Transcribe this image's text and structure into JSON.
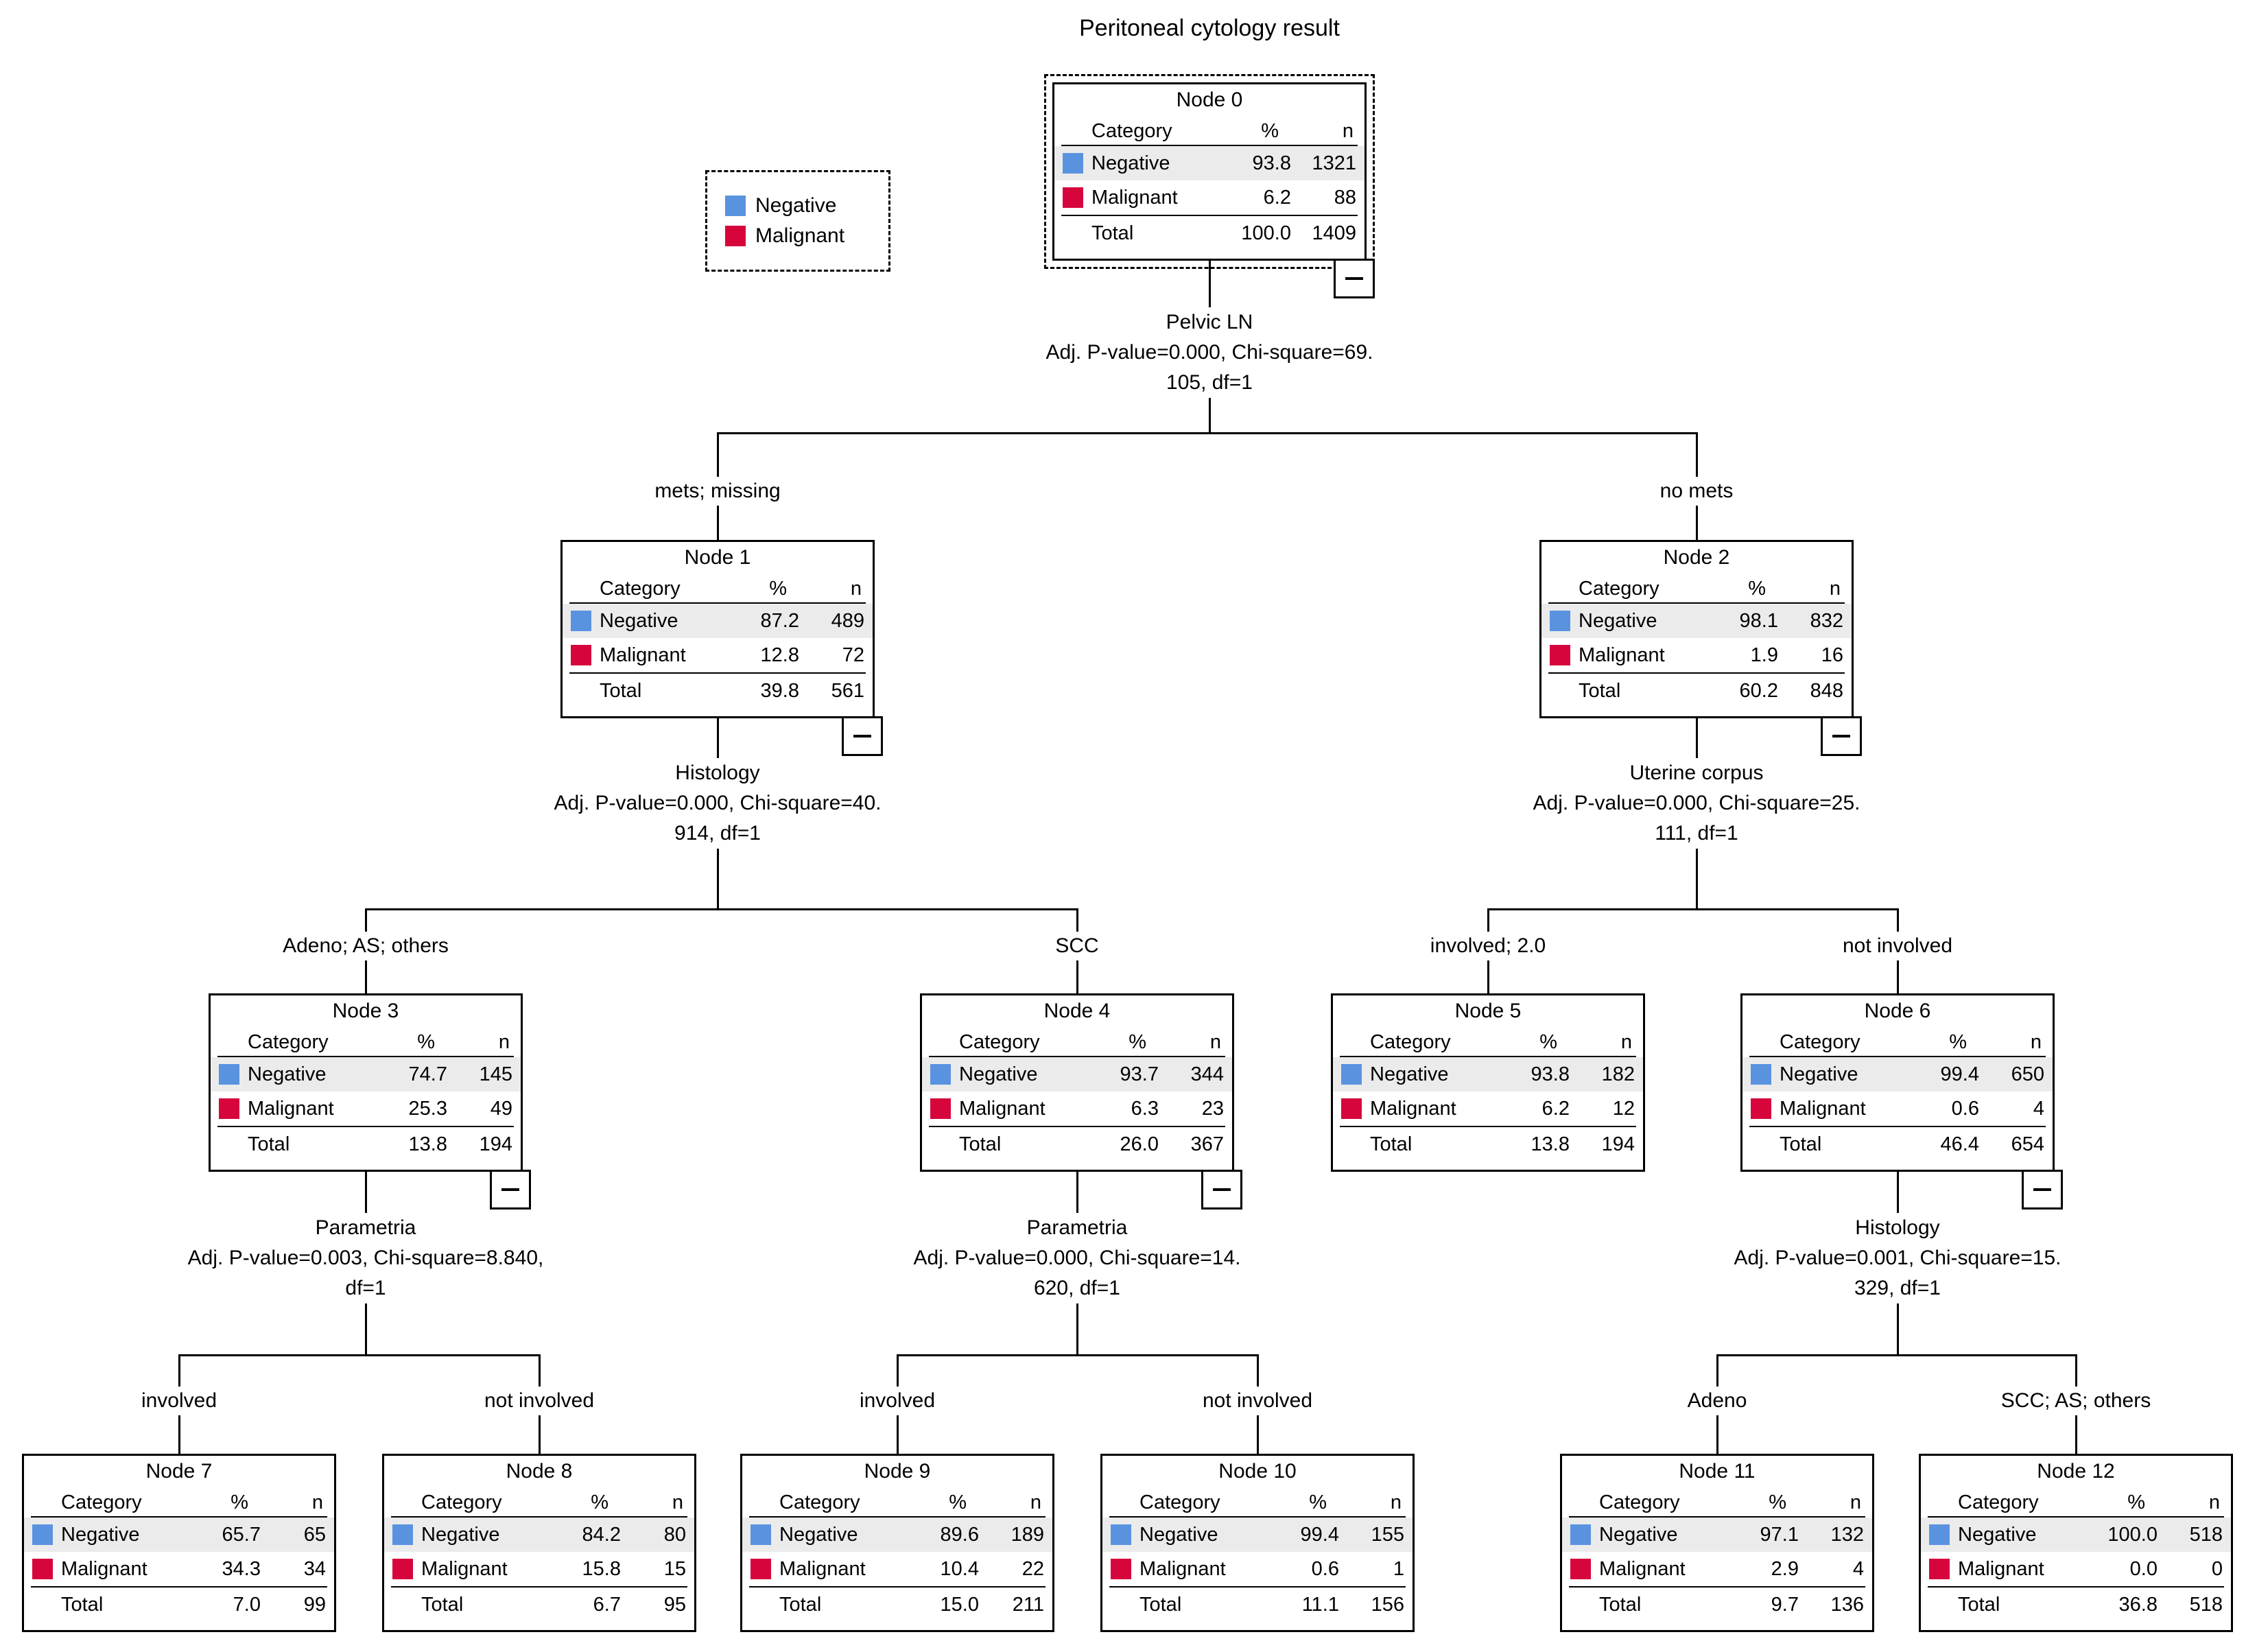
{
  "title": "Peritoneal cytology result",
  "headers": {
    "category": "Category",
    "percent": "%",
    "n": "n",
    "total": "Total"
  },
  "categories": {
    "negative": "Negative",
    "malignant": "Malignant"
  },
  "colors": {
    "negative": "#5993E0",
    "malignant": "#D6063C",
    "row_highlight": "#EBEBEB"
  },
  "legend": {
    "items": [
      {
        "label": "Negative",
        "color": "#5993E0"
      },
      {
        "label": "Malignant",
        "color": "#D6063C"
      }
    ]
  },
  "nodes": [
    {
      "id": 0,
      "label": "Node 0",
      "branch_label": null,
      "negative": {
        "pct": "93.8",
        "n": "1321"
      },
      "malignant": {
        "pct": "6.2",
        "n": "88"
      },
      "total": {
        "pct": "100.0",
        "n": "1409"
      },
      "collapsible": true,
      "selected": true
    },
    {
      "id": 1,
      "label": "Node 1",
      "branch_label": "mets; missing",
      "negative": {
        "pct": "87.2",
        "n": "489"
      },
      "malignant": {
        "pct": "12.8",
        "n": "72"
      },
      "total": {
        "pct": "39.8",
        "n": "561"
      },
      "collapsible": true,
      "selected": false
    },
    {
      "id": 2,
      "label": "Node 2",
      "branch_label": "no mets",
      "negative": {
        "pct": "98.1",
        "n": "832"
      },
      "malignant": {
        "pct": "1.9",
        "n": "16"
      },
      "total": {
        "pct": "60.2",
        "n": "848"
      },
      "collapsible": true,
      "selected": false
    },
    {
      "id": 3,
      "label": "Node 3",
      "branch_label": "Adeno; AS; others",
      "negative": {
        "pct": "74.7",
        "n": "145"
      },
      "malignant": {
        "pct": "25.3",
        "n": "49"
      },
      "total": {
        "pct": "13.8",
        "n": "194"
      },
      "collapsible": true,
      "selected": false
    },
    {
      "id": 4,
      "label": "Node 4",
      "branch_label": "SCC",
      "negative": {
        "pct": "93.7",
        "n": "344"
      },
      "malignant": {
        "pct": "6.3",
        "n": "23"
      },
      "total": {
        "pct": "26.0",
        "n": "367"
      },
      "collapsible": true,
      "selected": false
    },
    {
      "id": 5,
      "label": "Node 5",
      "branch_label": "involved; 2.0",
      "negative": {
        "pct": "93.8",
        "n": "182"
      },
      "malignant": {
        "pct": "6.2",
        "n": "12"
      },
      "total": {
        "pct": "13.8",
        "n": "194"
      },
      "collapsible": false,
      "selected": false
    },
    {
      "id": 6,
      "label": "Node 6",
      "branch_label": "not involved",
      "negative": {
        "pct": "99.4",
        "n": "650"
      },
      "malignant": {
        "pct": "0.6",
        "n": "4"
      },
      "total": {
        "pct": "46.4",
        "n": "654"
      },
      "collapsible": true,
      "selected": false
    },
    {
      "id": 7,
      "label": "Node 7",
      "branch_label": "involved",
      "negative": {
        "pct": "65.7",
        "n": "65"
      },
      "malignant": {
        "pct": "34.3",
        "n": "34"
      },
      "total": {
        "pct": "7.0",
        "n": "99"
      },
      "collapsible": false,
      "selected": false
    },
    {
      "id": 8,
      "label": "Node 8",
      "branch_label": "not involved",
      "negative": {
        "pct": "84.2",
        "n": "80"
      },
      "malignant": {
        "pct": "15.8",
        "n": "15"
      },
      "total": {
        "pct": "6.7",
        "n": "95"
      },
      "collapsible": false,
      "selected": false
    },
    {
      "id": 9,
      "label": "Node 9",
      "branch_label": "involved",
      "negative": {
        "pct": "89.6",
        "n": "189"
      },
      "malignant": {
        "pct": "10.4",
        "n": "22"
      },
      "total": {
        "pct": "15.0",
        "n": "211"
      },
      "collapsible": false,
      "selected": false
    },
    {
      "id": 10,
      "label": "Node 10",
      "branch_label": "not involved",
      "negative": {
        "pct": "99.4",
        "n": "155"
      },
      "malignant": {
        "pct": "0.6",
        "n": "1"
      },
      "total": {
        "pct": "11.1",
        "n": "156"
      },
      "collapsible": false,
      "selected": false
    },
    {
      "id": 11,
      "label": "Node 11",
      "branch_label": "Adeno",
      "negative": {
        "pct": "97.1",
        "n": "132"
      },
      "malignant": {
        "pct": "2.9",
        "n": "4"
      },
      "total": {
        "pct": "9.7",
        "n": "136"
      },
      "collapsible": false,
      "selected": false
    },
    {
      "id": 12,
      "label": "Node 12",
      "branch_label": "SCC; AS; others",
      "negative": {
        "pct": "100.0",
        "n": "518"
      },
      "malignant": {
        "pct": "0.0",
        "n": "0"
      },
      "total": {
        "pct": "36.8",
        "n": "518"
      },
      "collapsible": false,
      "selected": false
    }
  ],
  "splits": [
    {
      "parent": 0,
      "variable": "Pelvic LN",
      "stats1": "Adj. P-value=0.000, Chi-square=69.",
      "stats2": "105, df=1",
      "children": [
        1,
        2
      ]
    },
    {
      "parent": 1,
      "variable": "Histology",
      "stats1": "Adj. P-value=0.000, Chi-square=40.",
      "stats2": "914, df=1",
      "children": [
        3,
        4
      ]
    },
    {
      "parent": 2,
      "variable": "Uterine corpus",
      "stats1": "Adj. P-value=0.000, Chi-square=25.",
      "stats2": "111, df=1",
      "children": [
        5,
        6
      ]
    },
    {
      "parent": 3,
      "variable": "Parametria",
      "stats1": "Adj. P-value=0.003, Chi-square=8.840,",
      "stats2": "df=1",
      "children": [
        7,
        8
      ]
    },
    {
      "parent": 4,
      "variable": "Parametria",
      "stats1": "Adj. P-value=0.000, Chi-square=14.",
      "stats2": "620, df=1",
      "children": [
        9,
        10
      ]
    },
    {
      "parent": 6,
      "variable": "Histology",
      "stats1": "Adj. P-value=0.001, Chi-square=15.",
      "stats2": "329, df=1",
      "children": [
        11,
        12
      ]
    }
  ]
}
